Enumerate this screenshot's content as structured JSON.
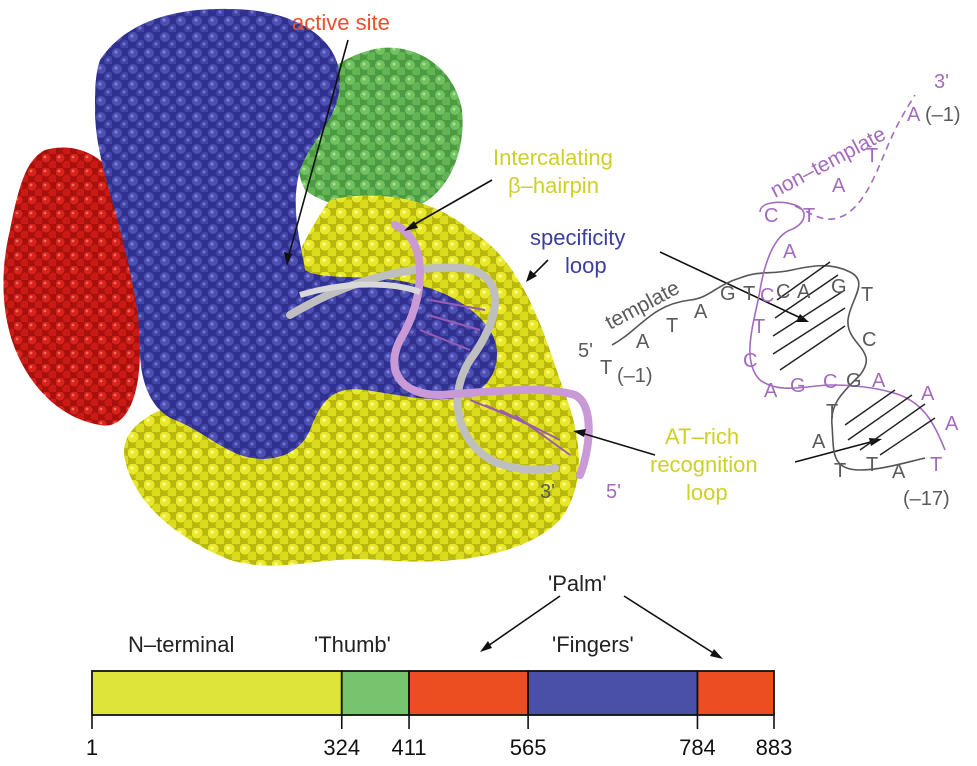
{
  "colors": {
    "red": "#d42a22",
    "blue": "#3c3c9a",
    "green": "#6cc060",
    "yellow": "#e5e61e",
    "orange_label": "#e8502a",
    "yellow_label": "#cfcf2a",
    "blue_label": "#3b3f9c",
    "purple": "#a36bbd",
    "gray": "#5a5a5a",
    "bar_yellow": "#dfe43a",
    "bar_green": "#77c46f",
    "bar_orange": "#ec4e22",
    "bar_blue": "#4a50a7"
  },
  "structure_labels": {
    "active_site": "active site",
    "intercalating_line1": "Intercalating",
    "intercalating_line2": "β–hairpin",
    "specificity_line1": "specificity",
    "specificity_line2": "loop",
    "at_rich_line1": "AT–rich",
    "at_rich_line2": "recognition",
    "at_rich_line3": "loop",
    "dna_3prime": "3'",
    "dna_5prime": "5'"
  },
  "sequence_diagram": {
    "non_template_label": "non–template",
    "non_template_3prime": "3'",
    "template_label": "template",
    "template_5prime": "5'",
    "pos_minus1_top": "(–1)",
    "pos_minus1_bottom": "(–1)",
    "pos_minus17": "(–17)",
    "non_template_bases": [
      {
        "id": "nt-a1",
        "b": "A"
      },
      {
        "id": "nt-t1",
        "b": "T"
      },
      {
        "id": "nt-a2",
        "b": "A"
      },
      {
        "id": "nt-t2",
        "b": "T"
      },
      {
        "id": "nt-c1",
        "b": "C"
      },
      {
        "id": "nt-a3",
        "b": "A"
      },
      {
        "id": "nt-c2",
        "b": "C"
      },
      {
        "id": "nt-t3",
        "b": "T"
      },
      {
        "id": "nt-c3",
        "b": "C"
      },
      {
        "id": "nt-a4",
        "b": "A"
      },
      {
        "id": "nt-g1",
        "b": "G"
      },
      {
        "id": "nt-c4",
        "b": "C"
      },
      {
        "id": "nt-a5",
        "b": "A"
      },
      {
        "id": "nt-a6",
        "b": "A"
      },
      {
        "id": "nt-a7",
        "b": "A"
      },
      {
        "id": "nt-t4",
        "b": "T"
      }
    ],
    "template_bases": [
      {
        "id": "t-t1",
        "b": "T"
      },
      {
        "id": "t-a1",
        "b": "A"
      },
      {
        "id": "t-t2",
        "b": "T"
      },
      {
        "id": "t-a2",
        "b": "A"
      },
      {
        "id": "t-g1",
        "b": "G"
      },
      {
        "id": "t-t3",
        "b": "T"
      },
      {
        "id": "t-c1",
        "b": "C"
      },
      {
        "id": "t-a3",
        "b": "A"
      },
      {
        "id": "t-g2",
        "b": "G"
      },
      {
        "id": "t-t4",
        "b": "T"
      },
      {
        "id": "t-c2",
        "b": "C"
      },
      {
        "id": "t-g3",
        "b": "G"
      },
      {
        "id": "t-t5",
        "b": "T"
      },
      {
        "id": "t-a4",
        "b": "A"
      },
      {
        "id": "t-t6",
        "b": "T"
      },
      {
        "id": "t-t7",
        "b": "T"
      },
      {
        "id": "t-a5",
        "b": "A"
      }
    ]
  },
  "domain_bar": {
    "palm_label": "'Palm'",
    "n_terminal_label": "N–terminal",
    "thumb_label": "'Thumb'",
    "fingers_label": "'Fingers'",
    "total": 883,
    "segments": [
      {
        "name": "N–terminal",
        "start": 1,
        "end": 324,
        "color": "#dfe43a"
      },
      {
        "name": "'Thumb'",
        "start": 324,
        "end": 411,
        "color": "#77c46f"
      },
      {
        "name": "'Palm'",
        "start": 411,
        "end": 565,
        "color": "#ec4e22"
      },
      {
        "name": "'Fingers'",
        "start": 565,
        "end": 784,
        "color": "#4a50a7"
      },
      {
        "name": "'Palm'",
        "start": 784,
        "end": 883,
        "color": "#ec4e22"
      }
    ],
    "ticks": [
      "1",
      "324",
      "411",
      "565",
      "784",
      "883"
    ]
  }
}
